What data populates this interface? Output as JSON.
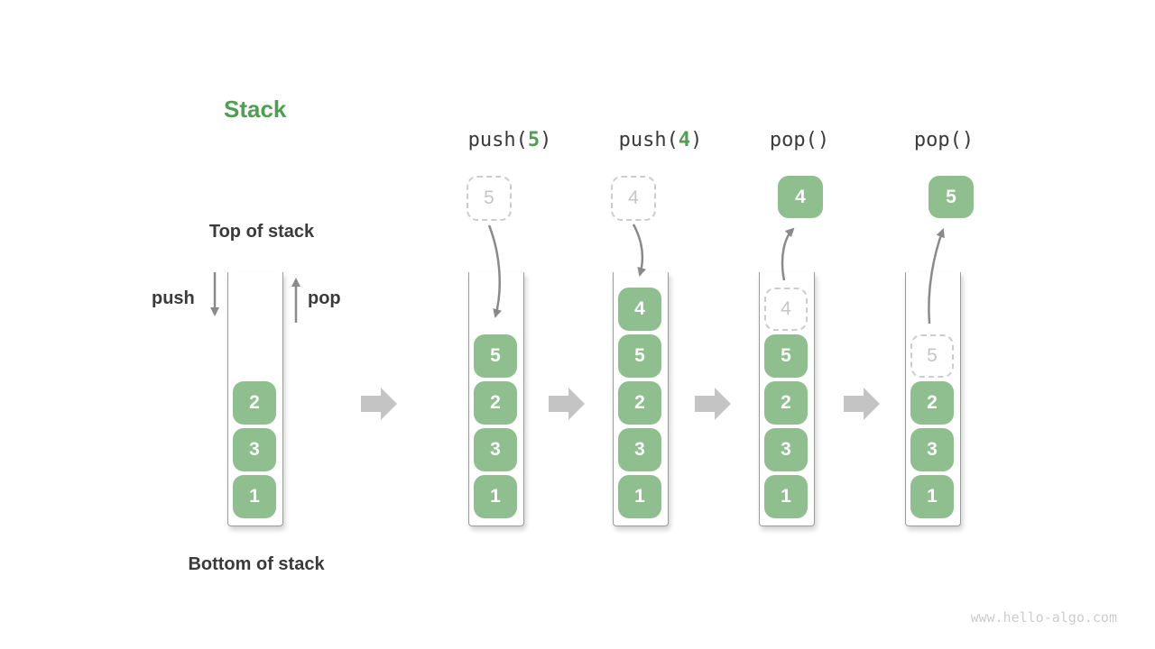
{
  "title": "Stack",
  "labels": {
    "top_of_stack": "Top of stack",
    "bottom_of_stack": "Bottom of stack",
    "push": "push",
    "pop": "pop"
  },
  "colors": {
    "box_green": "#8fbf8f",
    "accent_green": "#4f9e52",
    "text_dark": "#3a3a3a",
    "ghost_gray": "#c5c5c5",
    "arrow_gray": "#8a8a8a",
    "block_arrow_gray": "#c4c4c4"
  },
  "columns": [
    {
      "name": "initial",
      "stack": [
        "2",
        "3",
        "1"
      ]
    },
    {
      "name": "push-5",
      "header_prefix": "push(",
      "header_arg": "5",
      "header_suffix": ")",
      "ghost": "5",
      "stack": [
        "5",
        "2",
        "3",
        "1"
      ]
    },
    {
      "name": "push-4",
      "header_prefix": "push(",
      "header_arg": "4",
      "header_suffix": ")",
      "ghost": "4",
      "stack": [
        "4",
        "5",
        "2",
        "3",
        "1"
      ]
    },
    {
      "name": "pop-first",
      "header_prefix": "pop()",
      "popped": "4",
      "ghost": "4",
      "stack": [
        "5",
        "2",
        "3",
        "1"
      ]
    },
    {
      "name": "pop-second",
      "header_prefix": "pop()",
      "popped": "5",
      "ghost": "5",
      "stack": [
        "2",
        "3",
        "1"
      ]
    }
  ],
  "watermark": "www.hello-algo.com"
}
